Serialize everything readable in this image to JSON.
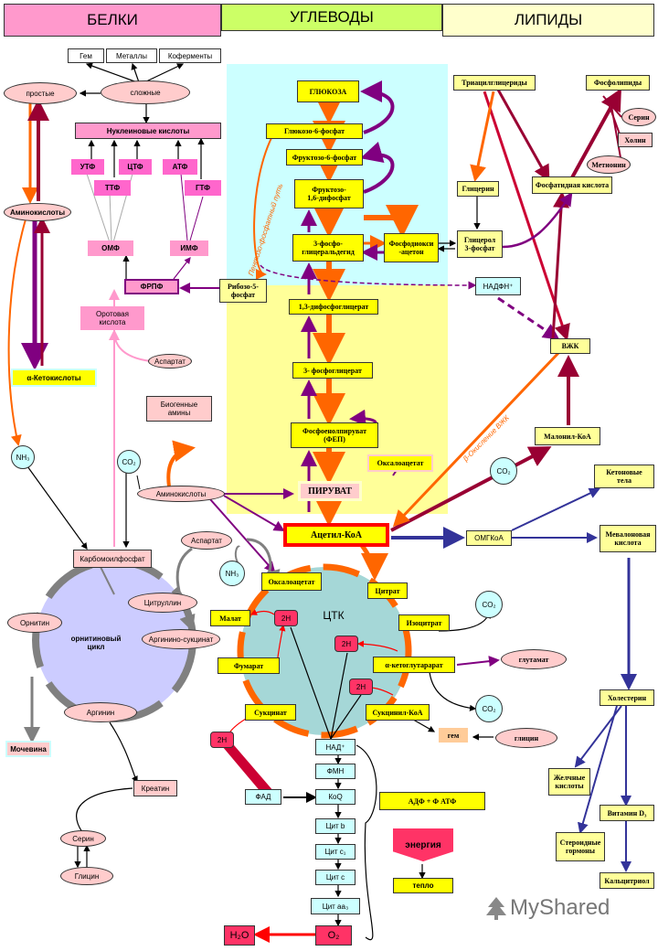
{
  "headers": {
    "proteins": "БЕЛКИ",
    "carbs": "УГЛЕВОДЫ",
    "lipids": "ЛИПИДЫ"
  },
  "proteins": {
    "gem": "Гем",
    "metals": "Металлы",
    "cofactors": "Коферменты",
    "simple": "простые",
    "complex": "сложные",
    "nucleic_acids": "Нуклеиновые кислоты",
    "utf": "УТФ",
    "ctf": "ЦТФ",
    "atf": "АТФ",
    "ttf": "ТТФ",
    "gtf": "ГТФ",
    "omf": "ОМФ",
    "imf": "ИМФ",
    "frpf": "ФРПФ",
    "orotic_acid": "Оротовая\nкислота",
    "aspartate_1": "Аспартат",
    "amino_acids_top": "Аминокислоты",
    "keto_acids": "α-Кетокислоты",
    "biogenic_amines": "Биогенные\nамины",
    "co2_1": "CO₂",
    "nh3_1": "NH₃",
    "amino_acids_mid": "Аминокислоты",
    "carbamoyl_phosphate": "Карбомоилфосфат",
    "aspartate_2": "Аспартат",
    "nh3_2": "NH₃",
    "ornithine": "Орнитин",
    "citrulline": "Цитруллин",
    "ornithine_cycle": "орнитиновый\nцикл",
    "argininosuccinate": "Аргинино-сукцинат",
    "arginine": "Аргинин",
    "urea": "Мочевина",
    "creatine": "Креатин",
    "serine": "Серин",
    "glycine": "Глицин"
  },
  "carbs": {
    "glucose": "ГЛЮКОЗА",
    "g6p": "Глюкозо-6-фосфат",
    "f6p": "Фруктозо-6-фосфат",
    "f16bp": "Фруктозо-\n1,6-дифосфат",
    "g3p": "3-фосфо-\nглицеральдегид",
    "dhap": "Фосфодиокси\n-ацетон",
    "ribose5p": "Рибозо-5-\nфосфат",
    "pentose_path": "Пентозо-фосфатный путь",
    "bpg": "1,3-дифосфоглицерат",
    "pg3": "3- фосфоглицерат",
    "pep": "Фосфоенолпируват\n(ФЕП)",
    "oxaloacetate_1": "Оксалоацетат",
    "pyruvate": "ПИРУВАТ",
    "acetyl_coa": "Ацетил-КоА"
  },
  "tca": {
    "oxaloacetate": "Оксалоацетат",
    "citrate": "Цитрат",
    "isocitrate": "Изоцитрат",
    "akg": "α-кетоглутарарат",
    "succinyl_coa": "Сукцинил-КоА",
    "succinate": "Сукцинат",
    "fumarate": "Фумарат",
    "malate": "Малат",
    "title": "ЦТК",
    "h2_1": "2H",
    "h2_2": "2H",
    "h2_3": "2H",
    "h2_4": "2H",
    "co2_a": "CO₂",
    "co2_b": "CO₂",
    "glutamate": "глутамат",
    "gem": "гем",
    "glycine": "глицин"
  },
  "resp_chain": {
    "nad": "НАД⁺",
    "fmn": "ФМН",
    "koq": "КоQ",
    "fad": "ФАД",
    "cyt_b": "Цит b",
    "cyt_c1": "Цит c₁",
    "cyt_c": "Цит c",
    "cyt_aa3": "Цит aa₃",
    "o2": "O₂",
    "h2o": "H₂O",
    "atp_eq": "АДФ + Ф           АТФ",
    "energy": "энергия",
    "heat": "тепло"
  },
  "lipids": {
    "triacylglycerides": "Триацилглицериды",
    "phospholipids": "Фосфолипиды",
    "serine": "Серин",
    "choline": "Холин",
    "methionine": "Метионин",
    "glycerol": "Глицерин",
    "phosphatidic_acid": "Фосфатидная кислота",
    "glycerol3p": "Глицерол\n3-фосфат",
    "nadph": "НАДФН⁺",
    "vzhk": "ВЖК",
    "beta_oxidation": "β-Окисление ВЖК",
    "malonyl_coa": "Малонил-КоА",
    "co2": "CO₂",
    "ketone_bodies": "Кетоновые\nтела",
    "omgkoa": "ОМГКоА",
    "mevalonic_acid": "Мевалоновая\nкислота",
    "cholesterol": "Холестерин",
    "bile_acids": "Желчные\nкислоты",
    "vitamin_d3": "Витамин D₃",
    "steroid_hormones": "Стероидные\nгормоны",
    "calcitriol": "Кальцитриол"
  },
  "watermark": "MyShared",
  "colors": {
    "pink": "#ff99cc",
    "hot_pink": "#ff66cc",
    "salmon": "#ffcccc",
    "yellow": "#ffff00",
    "pale_yellow": "#ffff99",
    "green": "#ccff66",
    "cyan_bg": "#ccffff",
    "yellow_bg": "#ffff99",
    "tca_bg": "#a5d7d7",
    "orn_bg": "#ccccff",
    "lilac": "#ccccff",
    "lightcyan": "#ccffff",
    "red": "#ff0000",
    "orange": "#ff6600",
    "purple": "#800080",
    "darkred": "#990033",
    "navy": "#333399",
    "magenta": "#cc00cc",
    "brown": "#993300",
    "grey": "#808080",
    "peach": "#ffcc99"
  }
}
